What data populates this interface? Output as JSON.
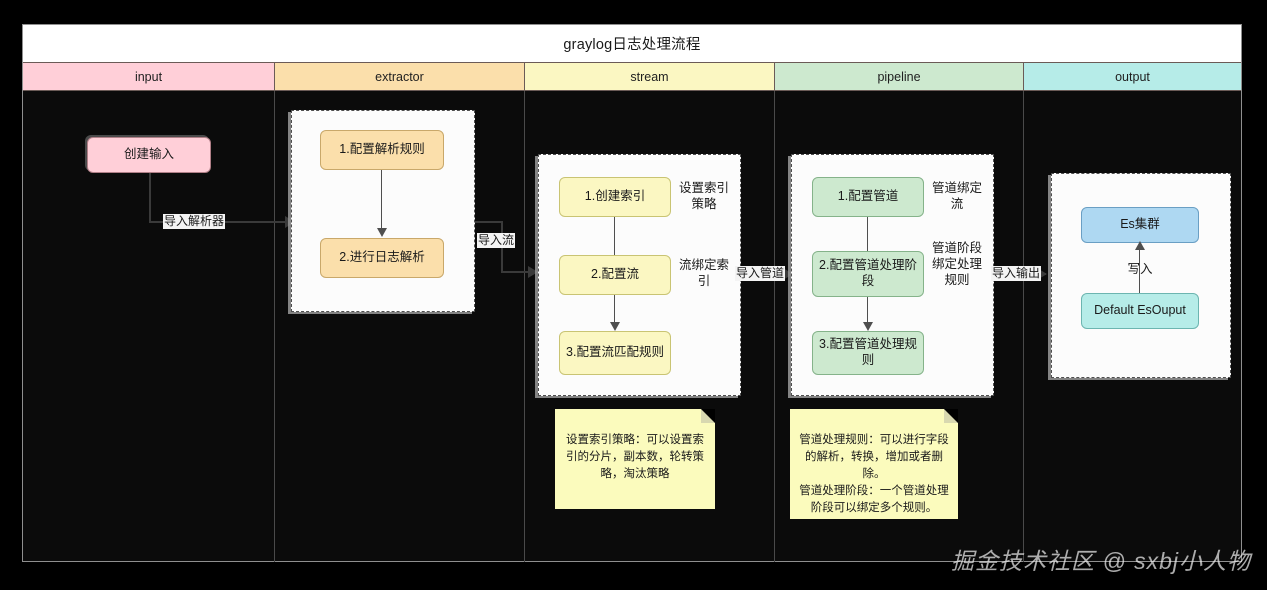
{
  "diagram": {
    "title": "graylog日志处理流程",
    "watermark": "掘金技术社区 @ sxbj小人物"
  },
  "lanes": [
    {
      "id": "input",
      "label": "input",
      "color": "#ffcfd8"
    },
    {
      "id": "extractor",
      "label": "extractor",
      "color": "#fbdfab"
    },
    {
      "id": "stream",
      "label": "stream",
      "color": "#fbf7c2"
    },
    {
      "id": "pipeline",
      "label": "pipeline",
      "color": "#cde9cf"
    },
    {
      "id": "output",
      "label": "output",
      "color": "#b6ece8"
    }
  ],
  "nodes": {
    "input": {
      "create_input": "创建输入"
    },
    "extractor": {
      "step1": "1.配置解析规则",
      "step2": "2.进行日志解析"
    },
    "stream": {
      "step1": "1.创建索引",
      "step2": "2.配置流",
      "step3": "3.配置流匹配规则"
    },
    "pipeline": {
      "step1": "1.配置管道",
      "step2": "2.配置管道处理阶段",
      "step3": "3.配置管道处理规则"
    },
    "output": {
      "es_cluster": "Es集群",
      "default_output": "Default EsOuput"
    }
  },
  "edge_labels": {
    "import_extractor": "导入解析器",
    "import_stream": "导入流",
    "import_pipeline": "导入管道",
    "import_output": "导入输出",
    "write": "写入"
  },
  "inner_labels": {
    "stream_index_policy": "设置索引策略",
    "stream_bind_index": "流绑定索引",
    "pipeline_bind_stream": "管道绑定流",
    "pipeline_stage_bind_rule": "管道阶段绑定处理规则"
  },
  "notes": {
    "stream_note": "设置索引策略：可以设置索引的分片，副本数，轮转策略，淘汰策略",
    "pipeline_note": "管道处理规则：可以进行字段的解析，转换，增加或者删除。\n管道处理阶段：一个管道处理阶段可以绑定多个规则。"
  }
}
